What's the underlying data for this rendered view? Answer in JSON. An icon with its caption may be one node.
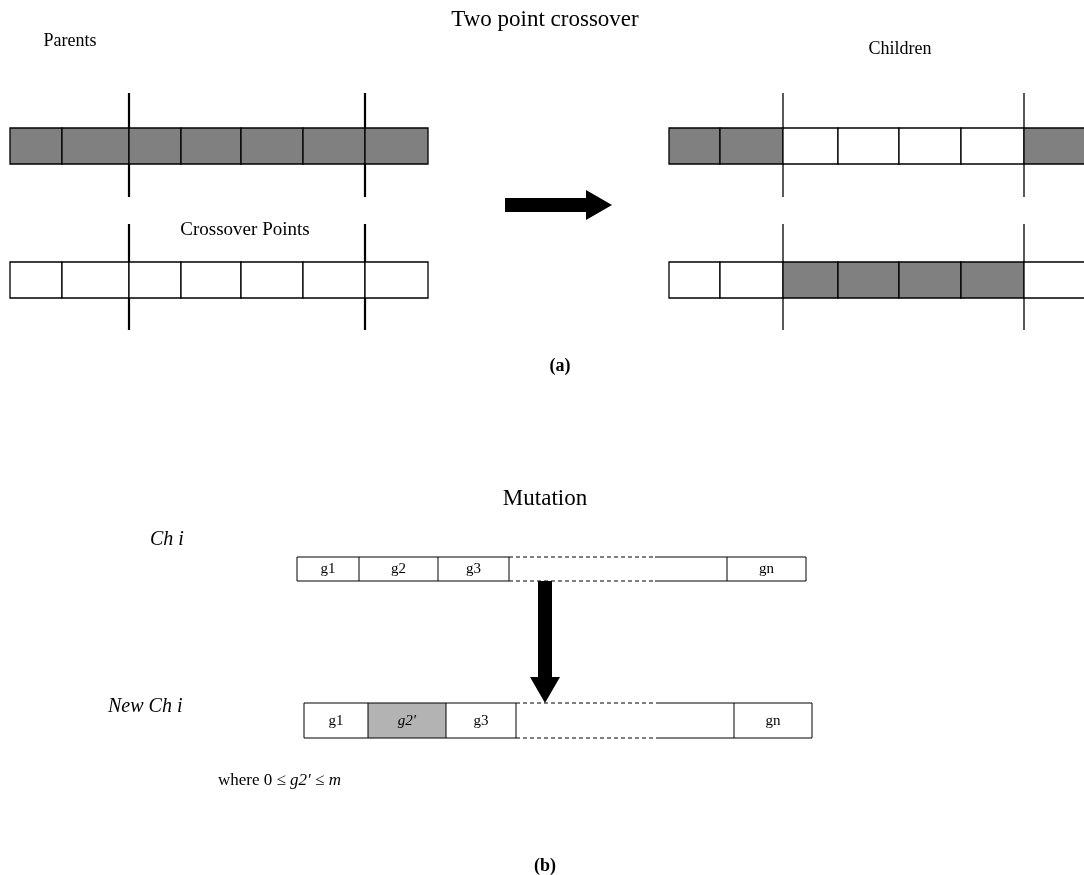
{
  "diagram": {
    "title": "Two point crossover",
    "nodes": [
      {
        "text": [
          "Parents"
        ]
      },
      {
        "text": [],
        "shape": "bar",
        "in": 0
      },
      {
        "text": [],
        "shape": "bar",
        "in": 0
      },
      {
        "text": [
          "Children"
        ]
      },
      {
        "text": [],
        "shape": "bar",
        "in": 3
      },
      {
        "text": [],
        "shape": "bar",
        "in": 3
      },
      {
        "text": [
          "g1",
          "g2",
          "g3",
          "gn"
        ]
      },
      {
        "text": [
          "g1",
          "*g2′*",
          "g3",
          "gn"
        ]
      }
    ],
    "edges": [
      {
        "from": 0,
        "to": 3,
        "arrow": "to",
        "style": "thick"
      },
      {
        "from": 6,
        "to": 7,
        "arrow": "to",
        "style": "thick"
      }
    ],
    "labels": [
      "Crossover Points",
      "(a)",
      "Mutation",
      "Ch i",
      "New Ch i",
      "where 0 ≤ *g2′* ≤ *m*",
      "(b)"
    ]
  }
}
